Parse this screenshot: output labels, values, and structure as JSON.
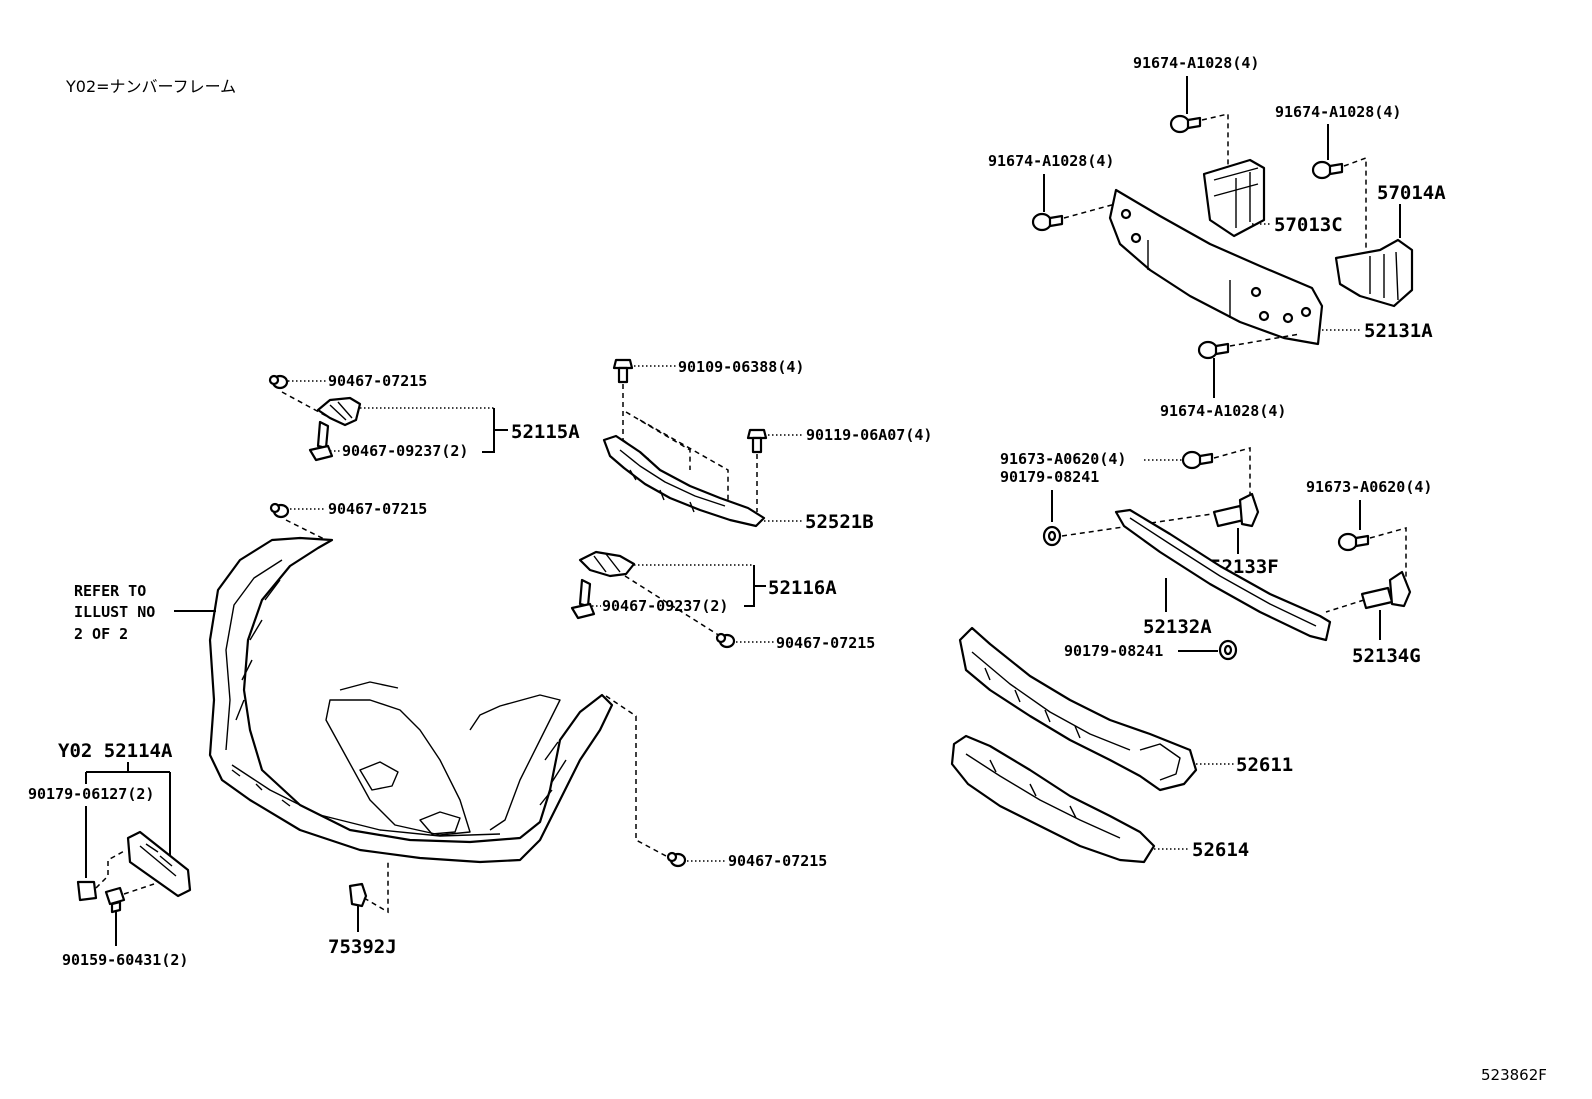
{
  "notes": {
    "y02_note": "Y02=ナンバーフレーム",
    "refer_line1": "REFER TO",
    "refer_line2": "ILLUST NO",
    "refer_line3": "2 OF 2",
    "figure_code": "523862F"
  },
  "labels": {
    "p91674_top": "91674-A1028(4)",
    "p91674_right": "91674-A1028(4)",
    "p91674_left": "91674-A1028(4)",
    "p91674_bottom": "91674-A1028(4)",
    "p57014A": "57014A",
    "p57013C": "57013C",
    "p52131A": "52131A",
    "p90109": "90109-06388(4)",
    "p90119": "90119-06A07(4)",
    "p52521B": "52521B",
    "p90467_07215_a": "90467-07215",
    "p90467_09237_a": "90467-09237(2)",
    "p52115A": "52115A",
    "p90467_07215_b": "90467-07215",
    "p52116A": "52116A",
    "p90467_09237_b": "90467-09237(2)",
    "p90467_07215_c": "90467-07215",
    "p90467_07215_d": "90467-07215",
    "p91673_left": "91673-A0620(4)",
    "p90179_08241_top": "90179-08241",
    "p91673_right": "91673-A0620(4)",
    "p52133F": "52133F",
    "p52132A": "52132A",
    "p90179_08241_bot": "90179-08241",
    "p52134G": "52134G",
    "p52611": "52611",
    "p52614": "52614",
    "p52114A": "Y02 52114A",
    "p90179_06127": "90179-06127(2)",
    "p90159_60431": "90159-60431(2)",
    "p75392J": "75392J"
  }
}
